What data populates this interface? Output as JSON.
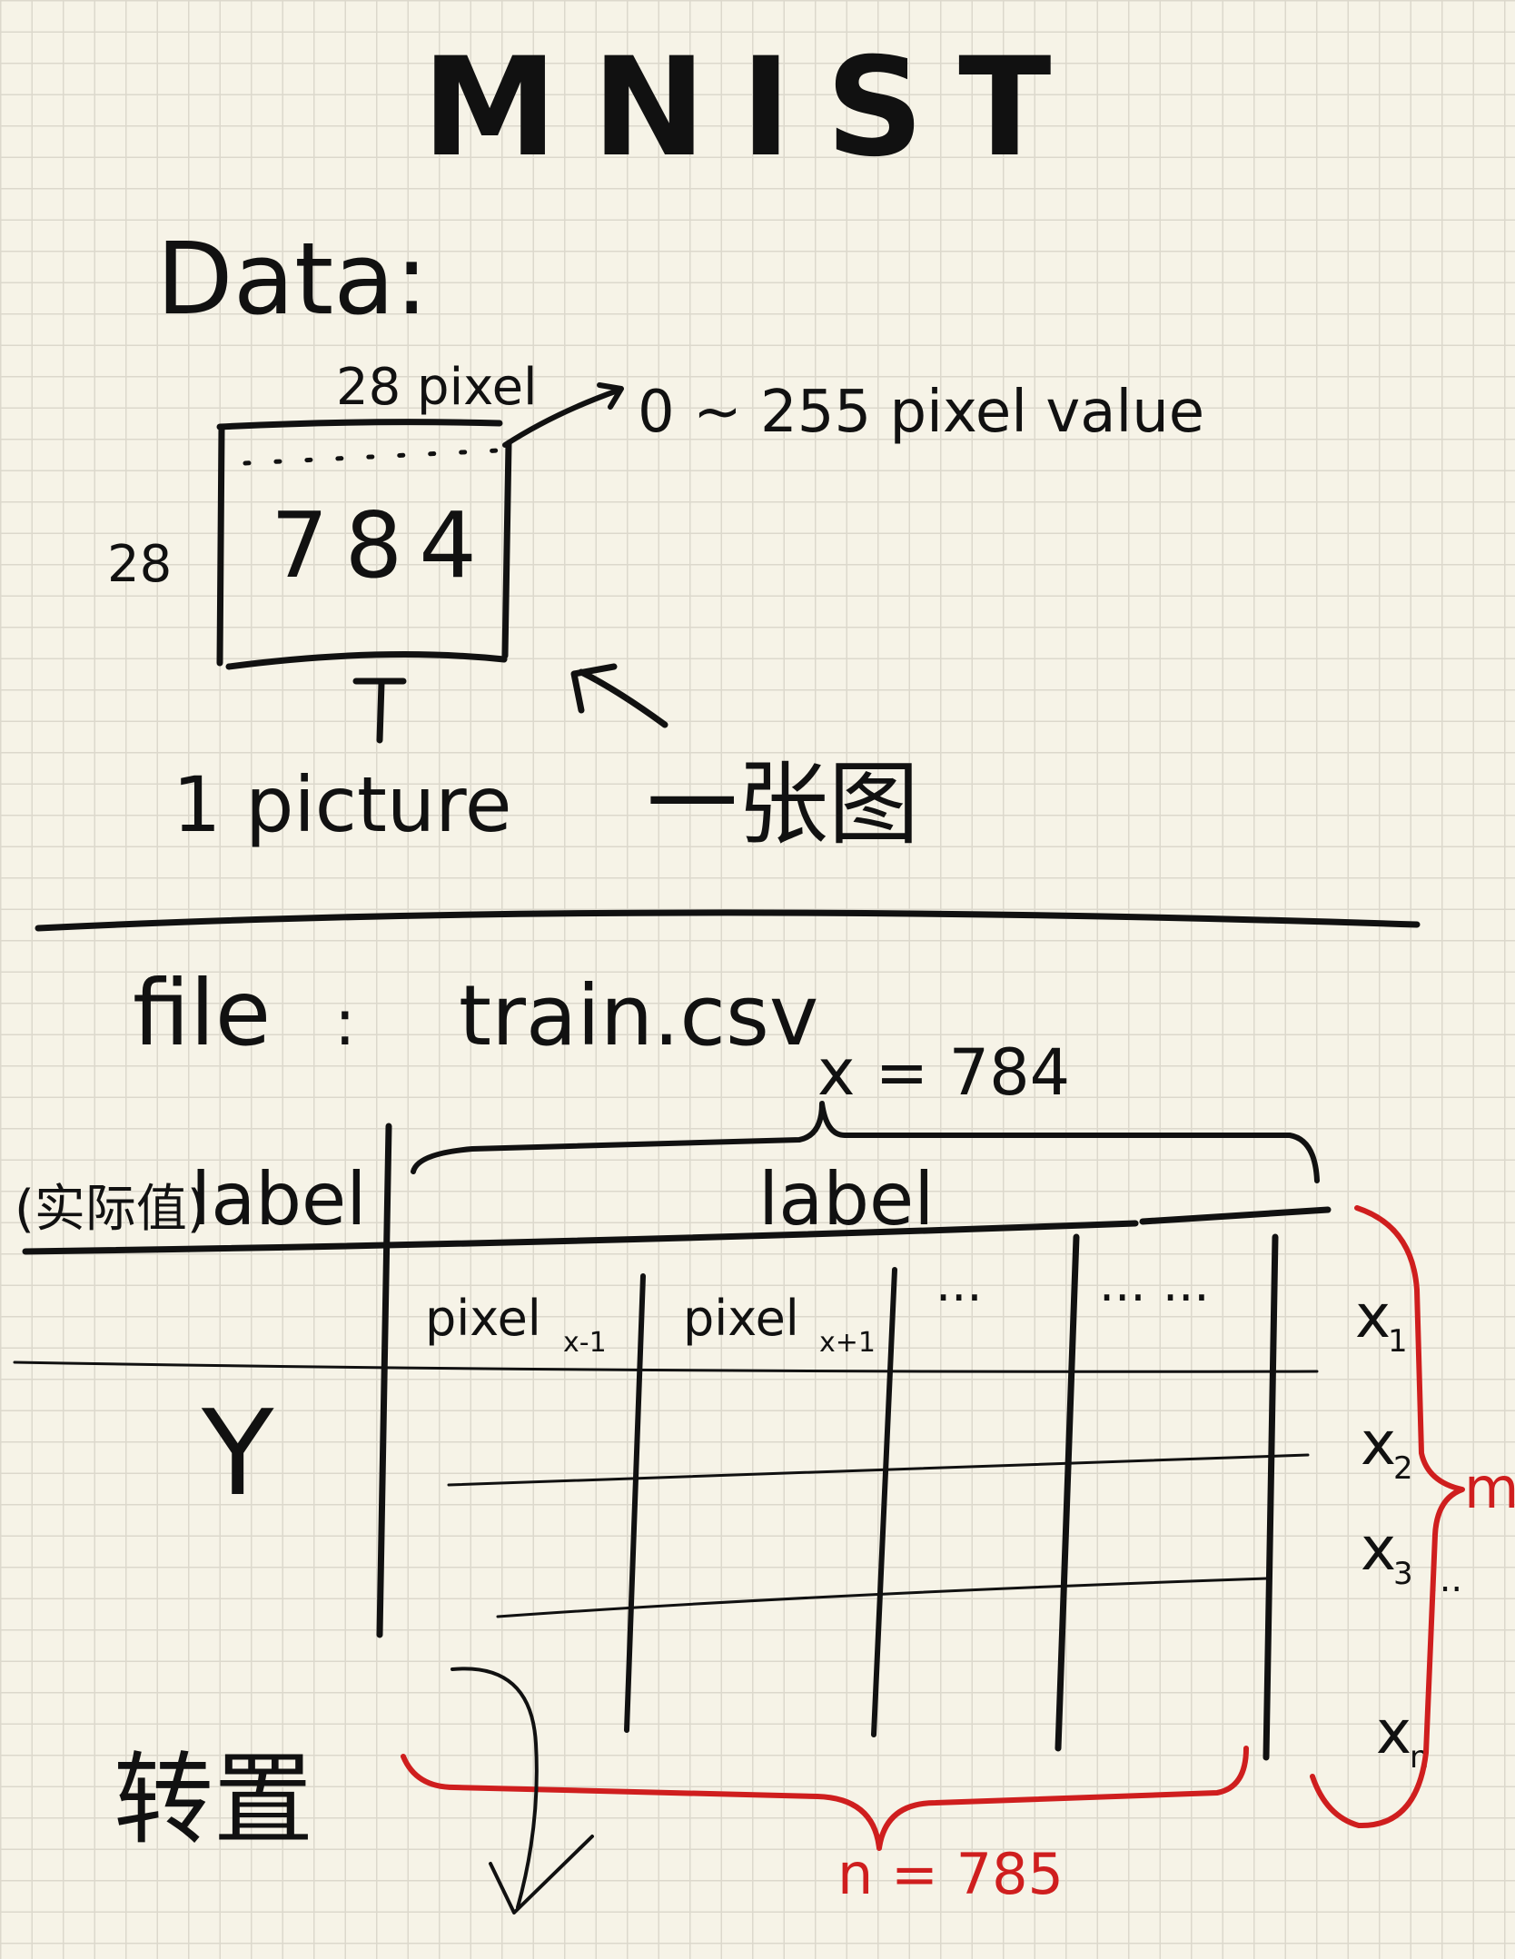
{
  "title": "MNIST",
  "data_section": {
    "heading": "Data:",
    "width_label": "28 pixel",
    "height_label": "28",
    "box_value": "784",
    "pixel_value_note": "0 ~ 255 pixel value",
    "picture_label": "1 picture",
    "picture_label_cn": "一张图"
  },
  "file_section": {
    "file_label": "file",
    "colon": ":",
    "file_name": "train.csv",
    "x_equals": "x = 784",
    "left_header_cn": "(实际值)",
    "left_header": "label",
    "right_header": "label",
    "columns": [
      "pixel",
      "pixel",
      "...",
      "...",
      "..."
    ],
    "column_subscripts": [
      "x-1",
      "x+1"
    ],
    "y_label": "Y",
    "rows": [
      {
        "var": "x",
        "sub": "1"
      },
      {
        "var": "x",
        "sub": "2"
      },
      {
        "var": "x",
        "sub": "3"
      },
      {
        "var": "x",
        "sub": "n"
      }
    ],
    "rows_more": "...",
    "m_label": "m",
    "n_label": "n = 785",
    "transpose_label": "转置"
  },
  "colors": {
    "ink": "#111111",
    "red_ink": "#cf1e1e",
    "paper": "#f6f3e7",
    "grid": "#dcd8cc"
  }
}
